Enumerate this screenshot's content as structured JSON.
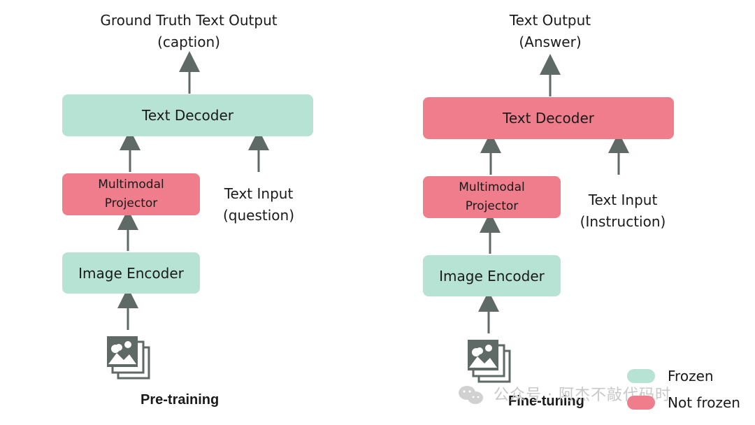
{
  "pretraining": {
    "output_line1": "Ground Truth Text Output",
    "output_line2": "(caption)",
    "decoder_label": "Text Decoder",
    "projector_line1": "Multimodal",
    "projector_line2": "Projector",
    "encoder_label": "Image Encoder",
    "text_input_line1": "Text Input",
    "text_input_line2": "(question)",
    "caption": "Pre-training",
    "decoder_state": "frozen",
    "projector_state": "not-frozen",
    "encoder_state": "frozen"
  },
  "finetuning": {
    "output_line1": "Text Output",
    "output_line2": "(Answer)",
    "decoder_label": "Text Decoder",
    "projector_line1": "Multimodal",
    "projector_line2": "Projector",
    "encoder_label": "Image Encoder",
    "text_input_line1": "Text Input",
    "text_input_line2": "(Instruction)",
    "caption": "Fine-tuning",
    "decoder_state": "not-frozen",
    "projector_state": "not-frozen",
    "encoder_state": "frozen"
  },
  "legend": {
    "frozen_label": "Frozen",
    "not_frozen_label": "Not frozen"
  },
  "watermark": {
    "text": "公众号 · 阿杰不敲代码时"
  },
  "colors": {
    "frozen": "#b6e3d4",
    "not_frozen": "#ef7d8b",
    "arrow": "#5f6a66",
    "image_icon": "#5f6a66"
  },
  "icons": {
    "image_stack": "image-stack-icon",
    "wechat": "wechat-icon"
  }
}
